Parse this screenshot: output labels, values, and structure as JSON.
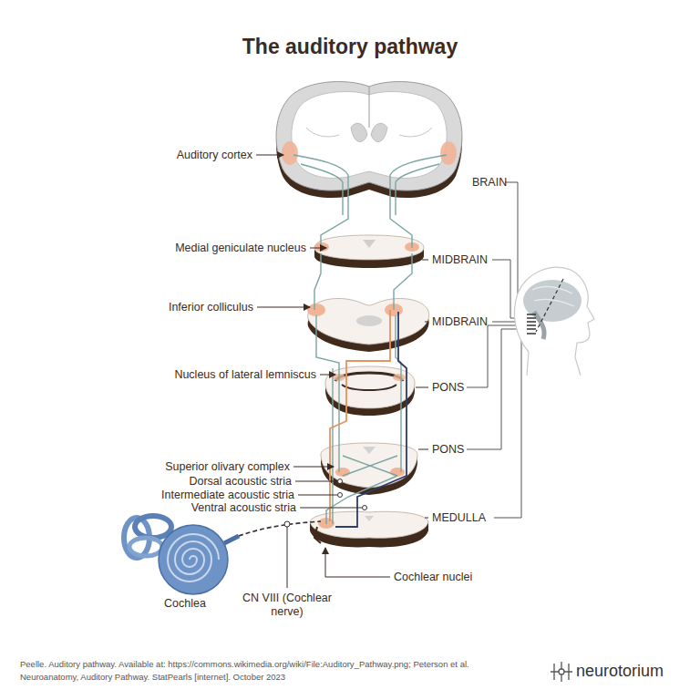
{
  "diagram": {
    "title": "The auditory pathway",
    "caption": "Peelle. Auditory pathway. Available at: https://commons.wikimedia.org/wiki/File:Auditory_Pathway.png; Peterson et al. Neuroanatomy, Auditory Pathway. StatPearls [internet]. October 2023",
    "labels": [
      "Auditory cortex",
      "BRAIN",
      "Medial geniculate nucleus",
      "MIDBRAIN",
      "Inferior colliculus",
      "MIDBRAIN",
      "Nucleus of lateral lemniscus",
      "PONS",
      "Superior olivary complex",
      "PONS",
      "Dorsal acoustic stria",
      "Intermediate acoustic stria",
      "Ventral acoustic stria",
      "MEDULLA",
      "Cochlea",
      "CN VIII (Cochlear nerve)",
      "Cochlear nuclei",
      "neurotorium"
    ]
  }
}
